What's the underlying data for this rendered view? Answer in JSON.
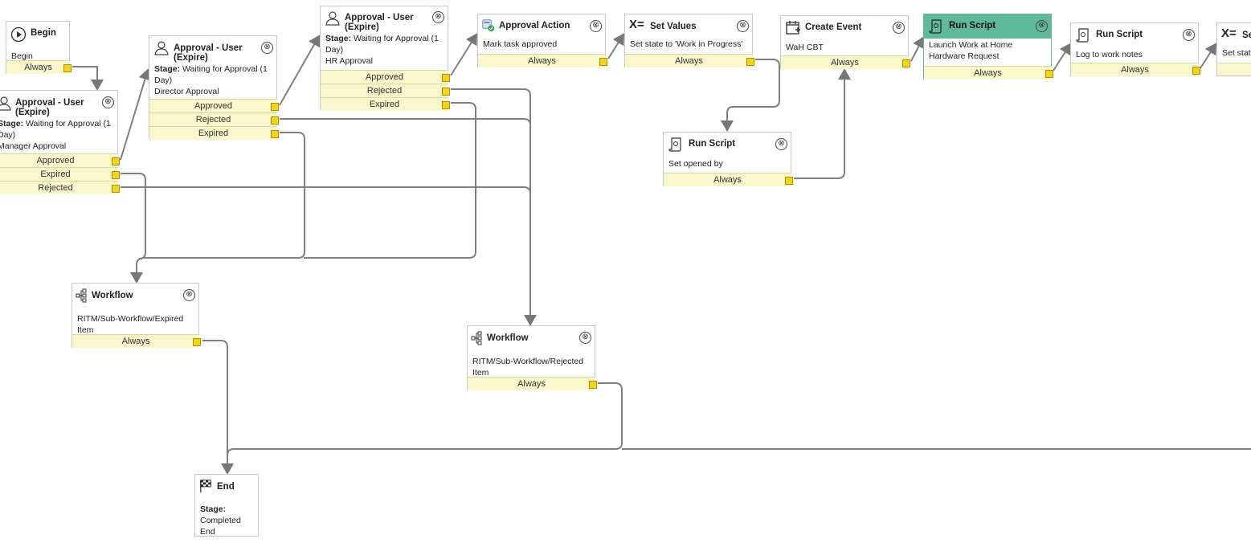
{
  "nodes": {
    "begin": {
      "title": "Begin",
      "body": "Begin",
      "port": "Always"
    },
    "approval_manager": {
      "title": "Approval - User (Expire)",
      "stage_label": "Stage:",
      "stage_value": "Waiting for Approval (1 Day)",
      "body": "Manager Approval",
      "ports": [
        "Approved",
        "Expired",
        "Rejected"
      ]
    },
    "approval_director": {
      "title": "Approval - User (Expire)",
      "stage_label": "Stage:",
      "stage_value": "Waiting for Approval (1 Day)",
      "body": "Director Approval",
      "ports": [
        "Approved",
        "Rejected",
        "Expired"
      ]
    },
    "approval_hr": {
      "title": "Approval - User (Expire)",
      "stage_label": "Stage:",
      "stage_value": "Waiting for Approval (1 Day)",
      "body": "HR Approval",
      "ports": [
        "Approved",
        "Rejected",
        "Expired"
      ]
    },
    "approval_action": {
      "title": "Approval Action",
      "body": "Mark task approved",
      "port": "Always"
    },
    "set_values_1": {
      "title": "Set Values",
      "body": "Set state to 'Work in Progress'",
      "port": "Always"
    },
    "create_event": {
      "title": "Create Event",
      "body": "WaH CBT",
      "port": "Always"
    },
    "run_script_launch": {
      "title": "Run Script",
      "body": "Launch Work at Home Hardware Request",
      "port": "Always"
    },
    "run_script_log": {
      "title": "Run Script",
      "body": "Log to work notes",
      "port": "Always"
    },
    "set_values_2": {
      "title": "Se",
      "body": "Set stat",
      "port": ""
    },
    "run_script_opened": {
      "title": "Run Script",
      "body": "Set opened by",
      "port": "Always"
    },
    "workflow_expired": {
      "title": "Workflow",
      "body": "RITM/Sub-Workflow/Expired Item",
      "port": "Always"
    },
    "workflow_rejected": {
      "title": "Workflow",
      "body": "RITM/Sub-Workflow/Rejected Item",
      "port": "Always"
    },
    "end": {
      "title": "End",
      "stage_label": "Stage:",
      "stage_value": "Completed",
      "body": "End"
    }
  },
  "icons": {
    "begin": "play-circle-icon",
    "approval": "user-icon",
    "approval_action": "approval-action-icon",
    "set_values": "set-values-icon",
    "create_event": "calendar-plus-icon",
    "run_script": "script-scroll-icon",
    "workflow": "workflow-icon",
    "end": "checkered-flag-icon",
    "close": "close-circle-icon"
  },
  "colors": {
    "active_header": "#5fb99b",
    "port_bg": "#f9f7cb",
    "port_knob": "#f2d51a",
    "wire": "#777777"
  }
}
